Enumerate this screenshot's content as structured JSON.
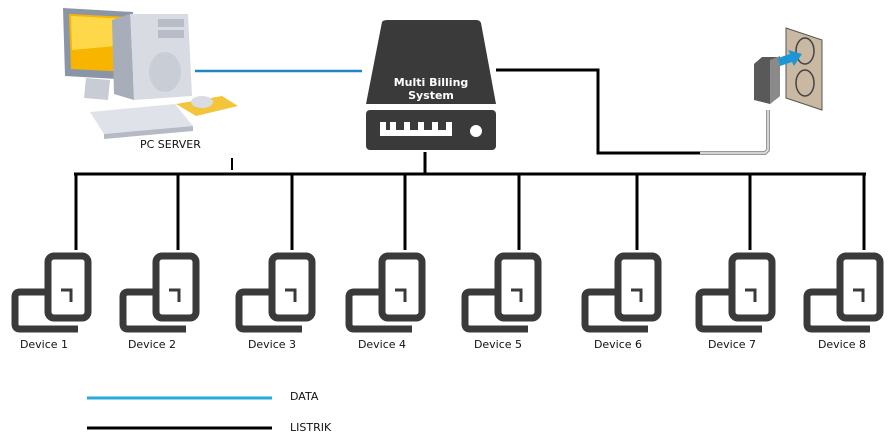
{
  "pc_server": {
    "label": "PC SERVER"
  },
  "billing_system": {
    "label": "Multi Billing System"
  },
  "power_source": {
    "name": "power-adapter"
  },
  "devices": [
    {
      "label": "Device 1"
    },
    {
      "label": "Device 2"
    },
    {
      "label": "Device 3"
    },
    {
      "label": "Device 4"
    },
    {
      "label": "Device 5"
    },
    {
      "label": "Device 6"
    },
    {
      "label": "Device 7"
    },
    {
      "label": "Device 8"
    }
  ],
  "legend": [
    {
      "label": "DATA",
      "color": "#29a8dc"
    },
    {
      "label": "LISTRIK",
      "color": "#000000"
    }
  ],
  "colors": {
    "data_line": "#1f86c2",
    "power_line": "#000000",
    "device": "#3a3a3a",
    "billing_box": "#3a3a3a"
  }
}
